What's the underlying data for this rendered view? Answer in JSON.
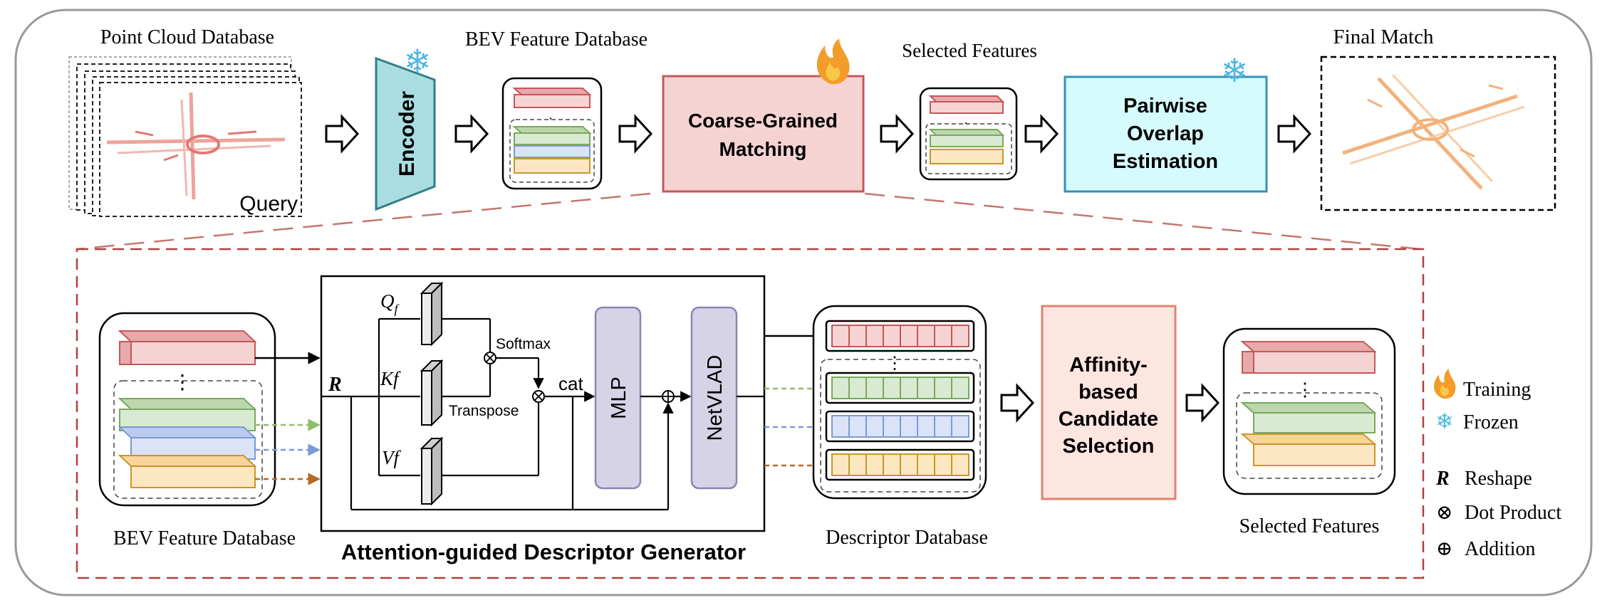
{
  "top": {
    "point_cloud_db": "Point Cloud Database",
    "query": "Query",
    "encoder": "Encoder",
    "bev_feature_db": "BEV Feature Database",
    "coarse_line1": "Coarse-Grained",
    "coarse_line2": "Matching",
    "selected_features": "Selected Features",
    "pairwise_line1": "Pairwise",
    "pairwise_line2": "Overlap",
    "pairwise_line3": "Estimation",
    "final_match": "Final Match"
  },
  "bottom": {
    "bev_feature_db": "BEV Feature Database",
    "generator_title": "Attention-guided Descriptor Generator",
    "qf": "Q",
    "qf_sub": "f",
    "kf": "Kf",
    "vf": "Vf",
    "r": "R",
    "softmax": "Softmax",
    "transpose": "Transpose",
    "cat": "cat",
    "mlp": "MLP",
    "netvlad": "NetVLAD",
    "descriptor_db": "Descriptor Database",
    "affinity_line1": "Affinity-",
    "affinity_line2": "based",
    "affinity_line3": "Candidate",
    "affinity_line4": "Selection",
    "selected_features": "Selected Features"
  },
  "legend": {
    "training": "Training",
    "frozen": "Frozen",
    "r_symbol": "R",
    "reshape": "Reshape",
    "dot_symbol": "⊗",
    "dot_product": "Dot Product",
    "add_symbol": "⊕",
    "addition": "Addition"
  },
  "colors": {
    "red_fill": "#f6d3d3",
    "red_stroke": "#c4575a",
    "green_fill": "#d9ead3",
    "green_stroke": "#7aa85f",
    "blue_fill": "#dae3f7",
    "blue_stroke": "#7b9ad6",
    "orange_fill": "#fde7c2",
    "orange_stroke": "#c9962a",
    "teal_fill": "#a9dde2",
    "teal_stroke": "#2f7f88",
    "cyan_fill": "#d6fbfd",
    "cyan_stroke": "#3a8fb5",
    "purple_fill": "#d6d3e6",
    "purple_stroke": "#8c84b3",
    "dashed_red": "#b0413e"
  }
}
